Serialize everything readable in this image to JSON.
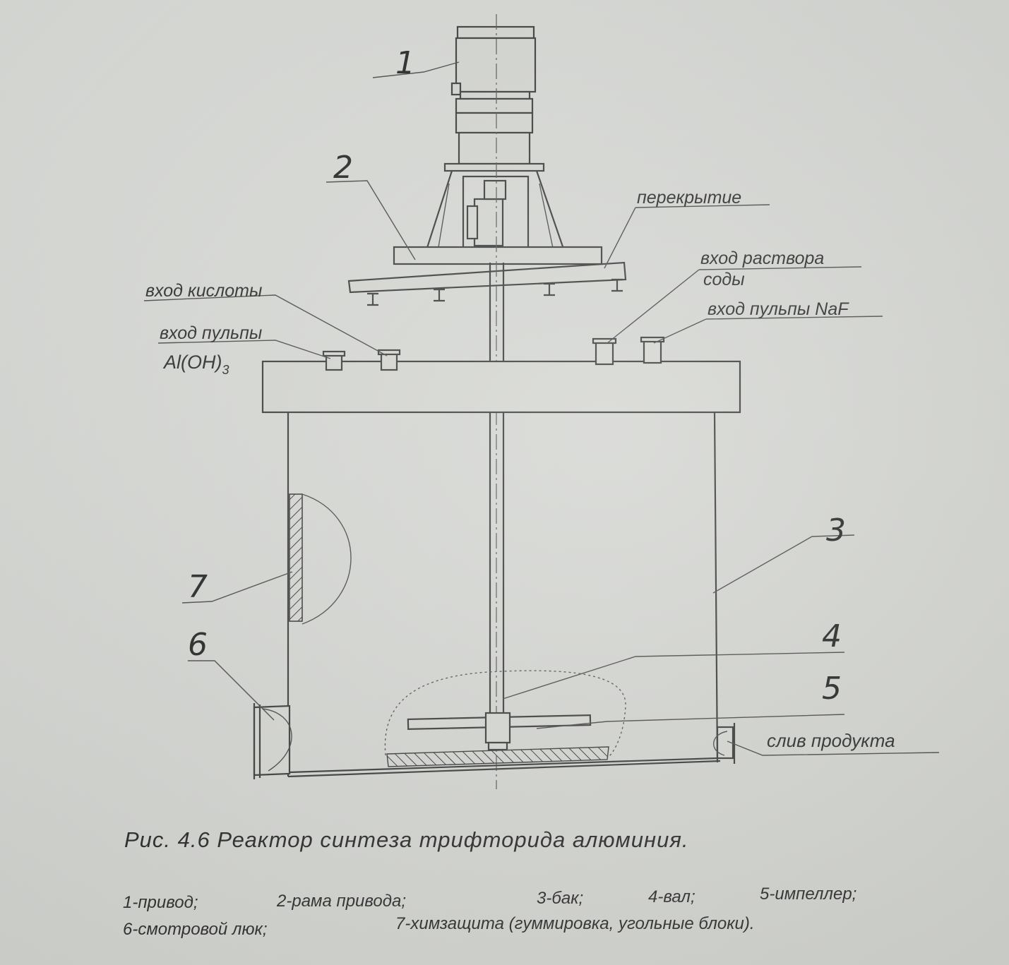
{
  "numbers": {
    "n1": "1",
    "n2": "2",
    "n3": "3",
    "n4": "4",
    "n5": "5",
    "n6": "6",
    "n7": "7"
  },
  "labels": {
    "overlap": "перекрытие",
    "soda_inlet_line1": "вход раствора",
    "soda_inlet_line2": "соды",
    "naf_inlet": "вход пульпы NaF",
    "acid_inlet": "вход кислоты",
    "aloh_inlet_line1": "вход пульпы",
    "aloh_inlet_base": "Al(OH)",
    "aloh_inlet_sub": "3",
    "product_drain": "слив продукта"
  },
  "caption": "Рис. 4.6 Реактор  синтеза трифторида алюминия.",
  "legend": {
    "item1": "1-привод;",
    "item2": "2-рама привода;",
    "item3": "3-бак;",
    "item4": "4-вал;",
    "item5": "5-импеллер;",
    "item6": "6-смотровой люк;",
    "item7": "7-химзащита (гуммировка, угольные блоки)."
  }
}
